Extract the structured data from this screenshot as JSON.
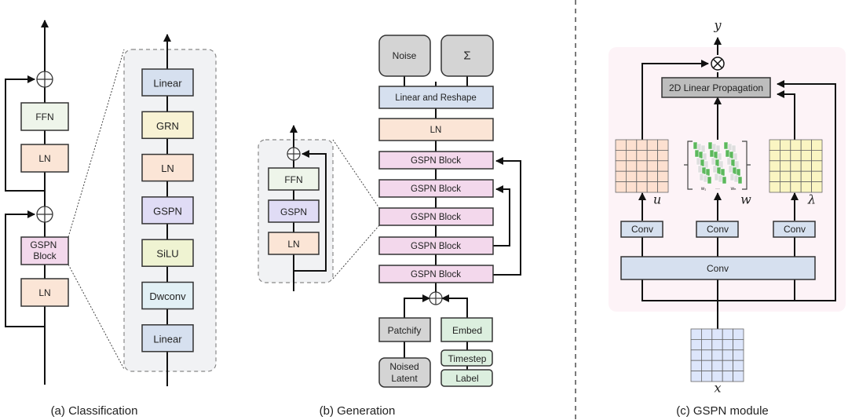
{
  "captions": {
    "a": "(a) Classification",
    "b": "(b) Generation",
    "c": "(c) GSPN module"
  },
  "classification": {
    "outer_blocks": [
      "FFN",
      "LN",
      "GSPN Block",
      "LN"
    ],
    "expanded_blocks": [
      "Linear",
      "GRN",
      "LN",
      "GSPN",
      "SiLU",
      "Dwconv",
      "Linear"
    ]
  },
  "generation": {
    "inset_blocks": [
      "FFN",
      "GSPN",
      "LN"
    ],
    "outputs": [
      "Noise",
      "Σ"
    ],
    "stack": [
      "Linear and Reshape",
      "LN",
      "GSPN Block",
      "GSPN Block",
      "GSPN Block",
      "GSPN Block",
      "GSPN Block"
    ],
    "inputs": {
      "patchify": "Patchify",
      "noised_latent": "Noised Latent",
      "embed": "Embed",
      "timestep": "Timestep",
      "label": "Label"
    }
  },
  "gspn_module": {
    "output_symbol": "y",
    "input_symbol": "x",
    "propagation": "2D Linear Propagation",
    "conv": "Conv",
    "branch_symbols": [
      "u",
      "w",
      "λ"
    ],
    "w_subscripts": [
      "w₁",
      "···",
      "wₙ"
    ]
  },
  "colors": {
    "linear": "#d6e0ef",
    "grn": "#f8f2d4",
    "ln": "#fbe5d6",
    "gspn": "#e0dcf5",
    "silu": "#eff3d2",
    "dwconv": "#e2f0f5",
    "ffn": "#eef5ea",
    "gspn_block": "#f3d8ec",
    "gray": "#d4d4d4",
    "embed": "#dcefdf",
    "panel": "#f1f2f4",
    "module_bg": "#fdf3f7",
    "u_grid": "#fde0d0",
    "lambda_grid": "#faf5c2",
    "x_grid": "#dde6fb",
    "w_green": "#5cb85c"
  }
}
